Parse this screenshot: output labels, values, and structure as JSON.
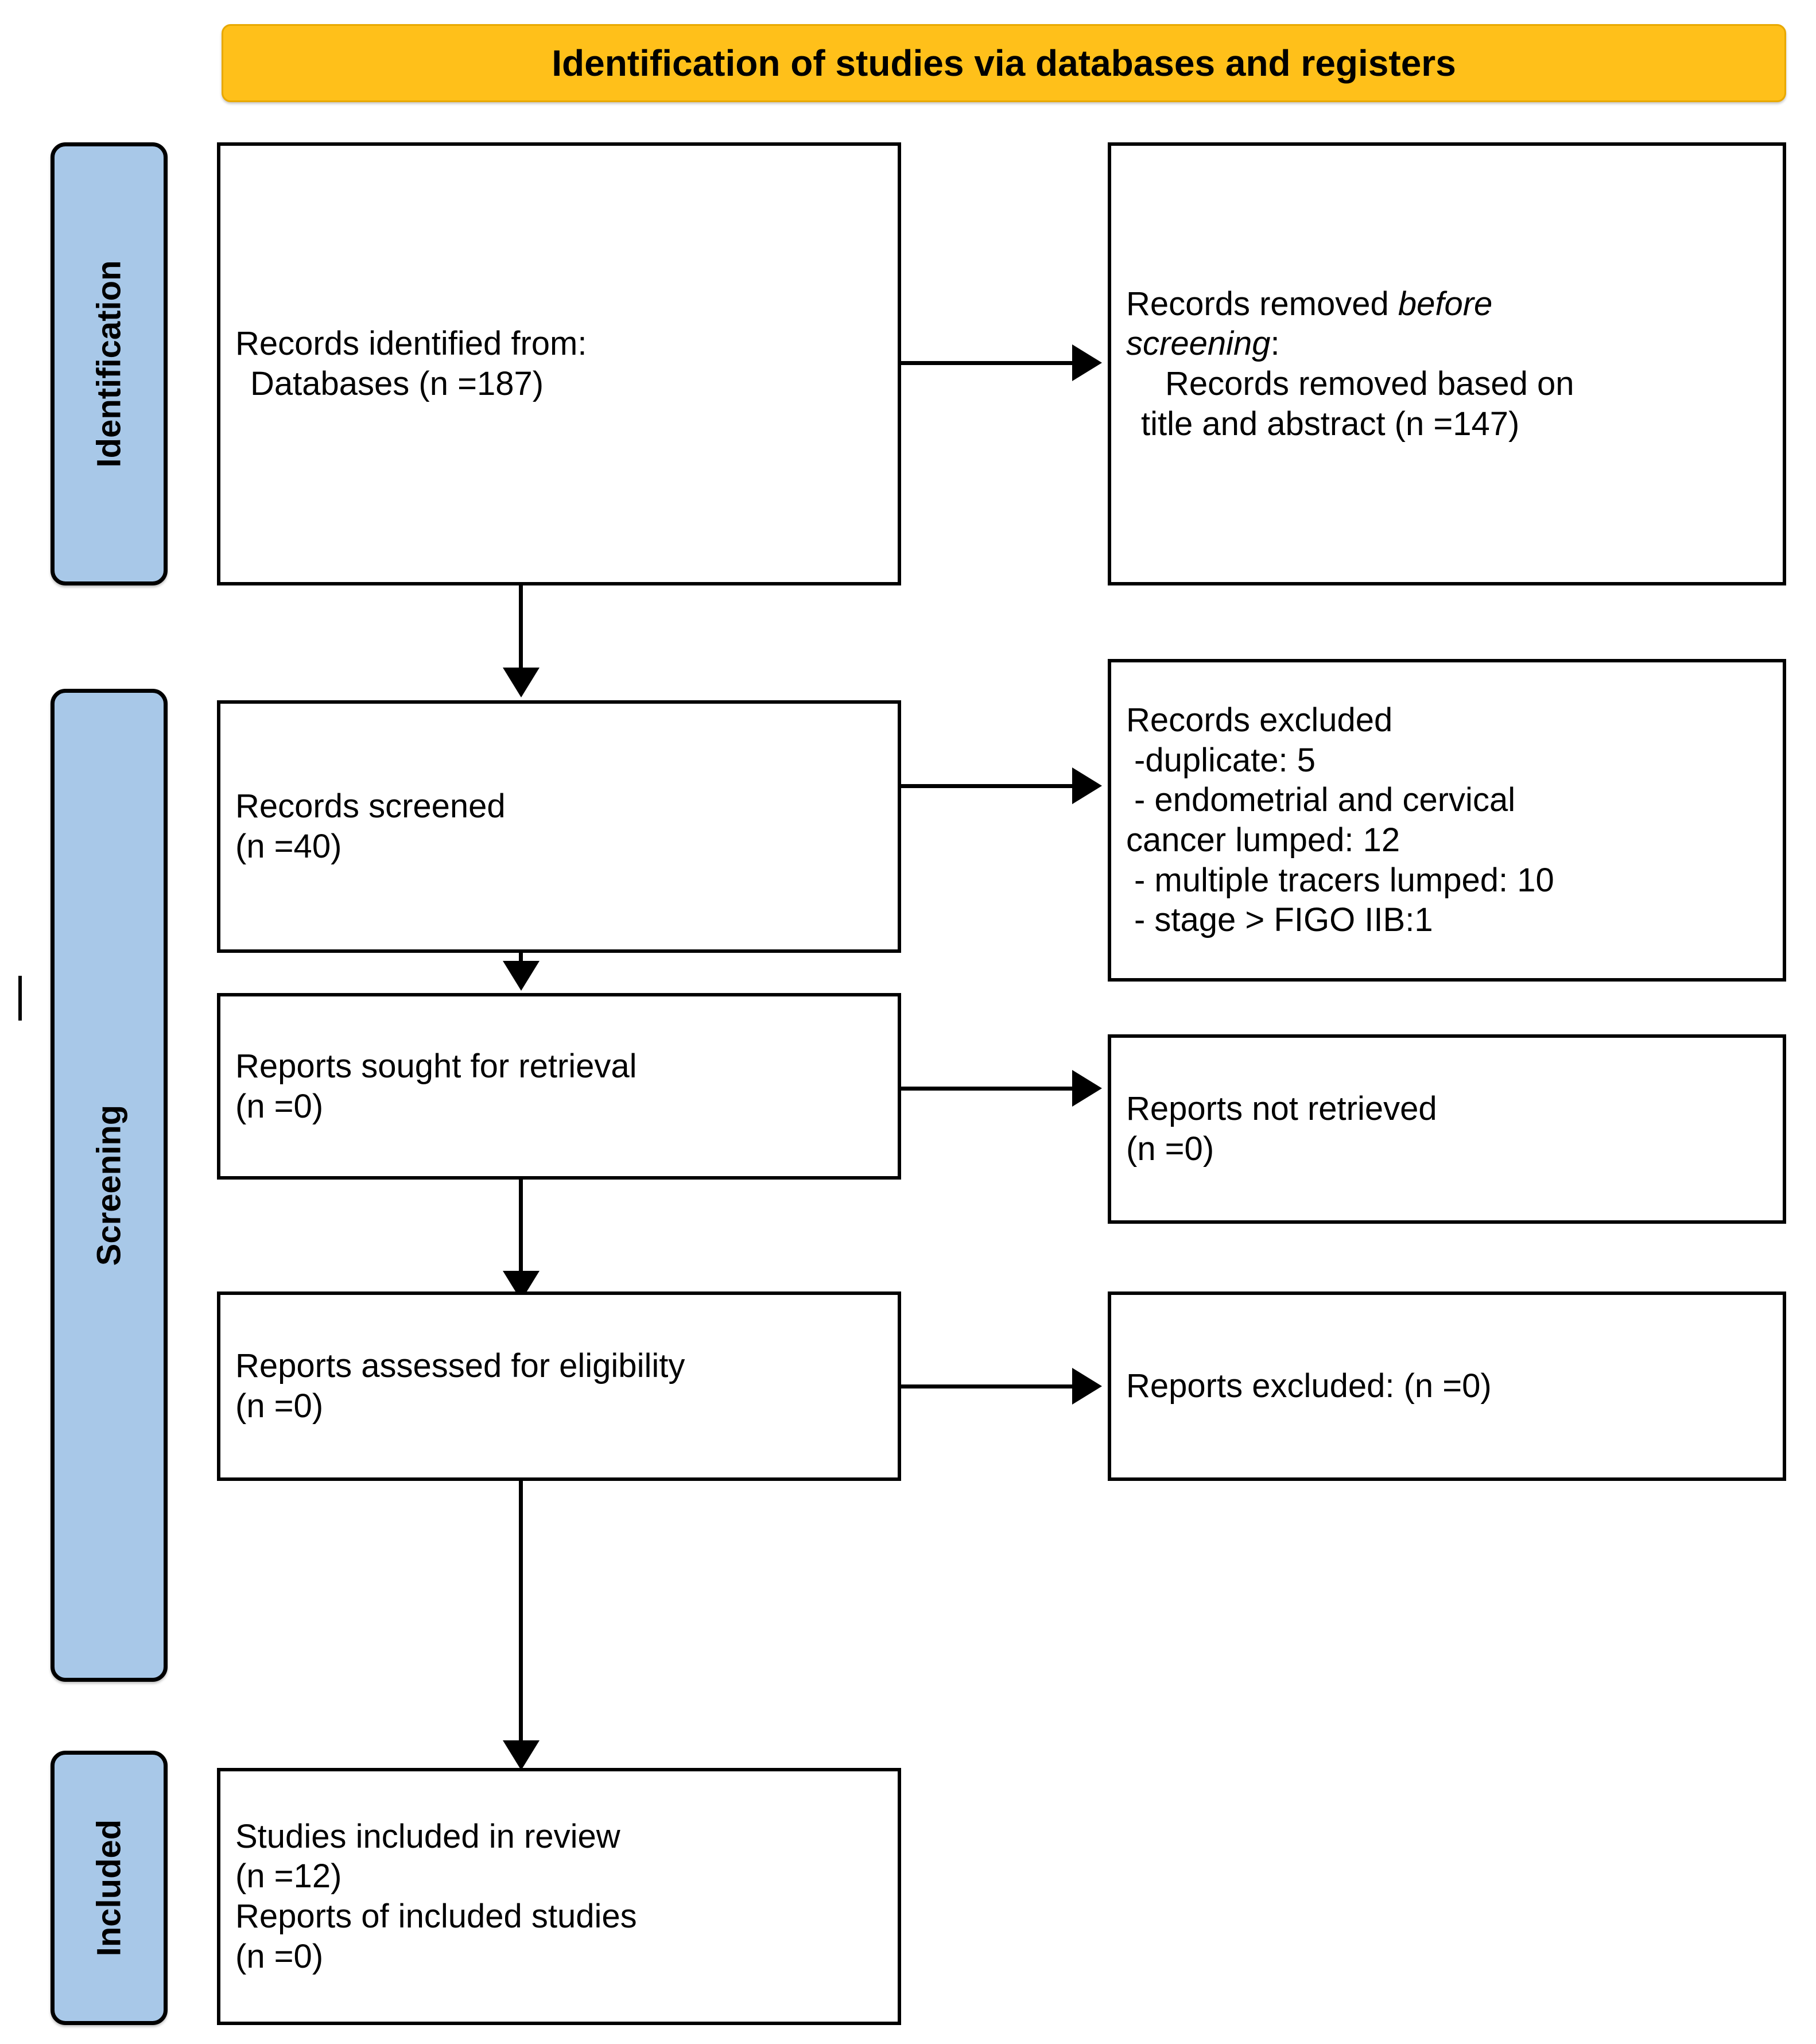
{
  "header": {
    "title": "Identification of studies via databases and registers",
    "background_color": "#FFC01A",
    "text_color": "#000000"
  },
  "stages": [
    {
      "id": "identification",
      "label": "Identification",
      "background_color": "#A8C8E8"
    },
    {
      "id": "screening",
      "label": "Screening",
      "background_color": "#A8C8E8"
    },
    {
      "id": "included",
      "label": "Included",
      "background_color": "#A8C8E8"
    }
  ],
  "boxes": {
    "records_identified": {
      "line1": "Records identified from:",
      "line2": "Databases (n =187)"
    },
    "records_removed": {
      "line1_pre": "Records removed ",
      "line1_em": "before",
      "line2_em": "screening",
      "line2_post": ":",
      "line3": "Records removed based on",
      "line4": "title and abstract (n =147)"
    },
    "records_screened": {
      "line1": "Records screened",
      "line2": "(n =40)"
    },
    "records_excluded": {
      "line1": "Records excluded",
      "line2": "-duplicate: 5",
      "line3": "- endometrial and cervical",
      "line4": "cancer lumped: 12",
      "line5": "- multiple tracers lumped: 10",
      "line6": "- stage > FIGO IIB:1"
    },
    "reports_sought": {
      "line1": "Reports sought for retrieval",
      "line2": "(n =0)"
    },
    "reports_not_retrieved": {
      "line1": "Reports not retrieved",
      "line2": "(n =0)"
    },
    "reports_assessed": {
      "line1": "Reports assessed for eligibility",
      "line2": "(n =0)"
    },
    "reports_excluded": {
      "line1": "Reports excluded: (n =0)"
    },
    "studies_included": {
      "line1": "Studies included in review",
      "line2": "(n =12)",
      "line3": "Reports of included studies",
      "line4": "(n =0)"
    }
  },
  "chart_data": {
    "type": "flowchart",
    "title": "Identification of studies via databases and registers",
    "diagram_standard": "PRISMA 2020 flow diagram",
    "stages": [
      "Identification",
      "Screening",
      "Included"
    ],
    "nodes": [
      {
        "id": "records_identified",
        "stage": "Identification",
        "column": "main",
        "label": "Records identified from: Databases",
        "n": 187
      },
      {
        "id": "records_removed",
        "stage": "Identification",
        "column": "side",
        "label": "Records removed before screening: Records removed based on title and abstract",
        "n": 147
      },
      {
        "id": "records_screened",
        "stage": "Screening",
        "column": "main",
        "label": "Records screened",
        "n": 40
      },
      {
        "id": "records_excluded",
        "stage": "Screening",
        "column": "side",
        "label": "Records excluded",
        "breakdown": [
          {
            "reason": "duplicate",
            "n": 5
          },
          {
            "reason": "endometrial and cervical cancer lumped",
            "n": 12
          },
          {
            "reason": "multiple tracers lumped",
            "n": 10
          },
          {
            "reason": "stage > FIGO IIB",
            "n": 1
          }
        ]
      },
      {
        "id": "reports_sought",
        "stage": "Screening",
        "column": "main",
        "label": "Reports sought for retrieval",
        "n": 0
      },
      {
        "id": "reports_not_retrieved",
        "stage": "Screening",
        "column": "side",
        "label": "Reports not retrieved",
        "n": 0
      },
      {
        "id": "reports_assessed",
        "stage": "Screening",
        "column": "main",
        "label": "Reports assessed for eligibility",
        "n": 0
      },
      {
        "id": "reports_excluded",
        "stage": "Screening",
        "column": "side",
        "label": "Reports excluded",
        "n": 0
      },
      {
        "id": "studies_included",
        "stage": "Included",
        "column": "main",
        "label": "Studies included in review",
        "n": 12
      },
      {
        "id": "reports_of_included",
        "stage": "Included",
        "column": "main",
        "label": "Reports of included studies",
        "n": 0
      }
    ],
    "edges": [
      {
        "from": "records_identified",
        "to": "records_removed",
        "direction": "right"
      },
      {
        "from": "records_identified",
        "to": "records_screened",
        "direction": "down"
      },
      {
        "from": "records_screened",
        "to": "records_excluded",
        "direction": "right"
      },
      {
        "from": "records_screened",
        "to": "reports_sought",
        "direction": "down"
      },
      {
        "from": "reports_sought",
        "to": "reports_not_retrieved",
        "direction": "right"
      },
      {
        "from": "reports_sought",
        "to": "reports_assessed",
        "direction": "down"
      },
      {
        "from": "reports_assessed",
        "to": "reports_excluded",
        "direction": "right"
      },
      {
        "from": "reports_assessed",
        "to": "studies_included",
        "direction": "down"
      }
    ],
    "colors": {
      "header": "#FFC01A",
      "stage_bar": "#A8C8E8",
      "box_border": "#000000",
      "box_fill": "#FFFFFF"
    }
  }
}
